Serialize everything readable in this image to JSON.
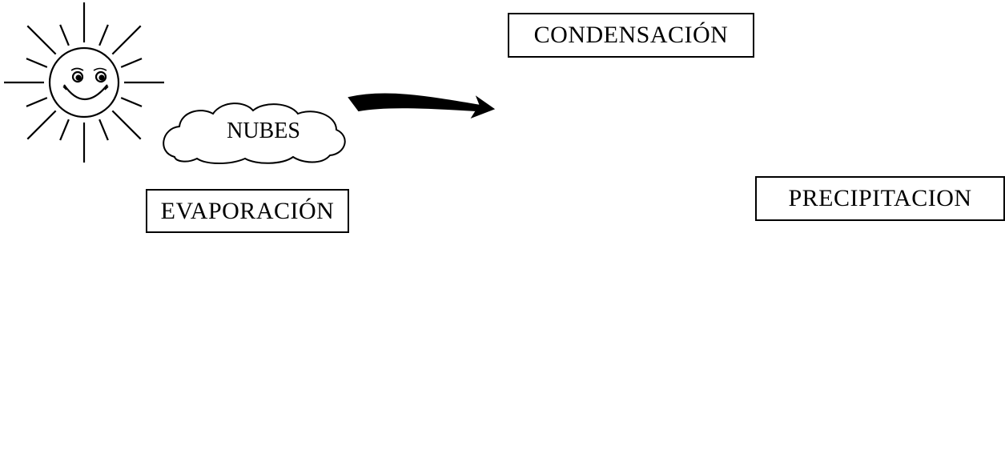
{
  "labels": {
    "condensation": "CONDENSACIÓN",
    "clouds": "NUBES",
    "evaporation": "EVAPORACIÓN",
    "precipitation": "PRECIPITACION"
  },
  "colors": {
    "ink": "#000000",
    "paper": "#ffffff",
    "shrub": "#8c8c8c",
    "house_base": "#9a9a9a"
  },
  "icons": [
    "sun-icon",
    "cloud-icon",
    "raindrop-icon",
    "house-icon",
    "shrub-icon",
    "arrow-icon"
  ]
}
